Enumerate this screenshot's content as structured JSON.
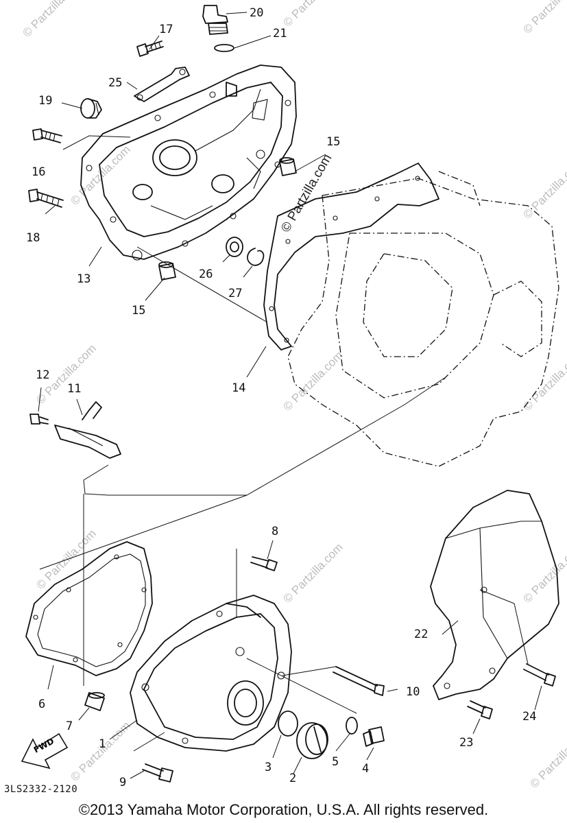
{
  "diagram": {
    "callouts": [
      {
        "id": "20",
        "label": "20"
      },
      {
        "id": "21",
        "label": "21"
      },
      {
        "id": "17",
        "label": "17"
      },
      {
        "id": "25",
        "label": "25"
      },
      {
        "id": "19",
        "label": "19"
      },
      {
        "id": "16",
        "label": "16"
      },
      {
        "id": "18",
        "label": "18"
      },
      {
        "id": "13",
        "label": "13"
      },
      {
        "id": "15a",
        "label": "15"
      },
      {
        "id": "15b",
        "label": "15"
      },
      {
        "id": "26",
        "label": "26"
      },
      {
        "id": "27",
        "label": "27"
      },
      {
        "id": "14",
        "label": "14"
      },
      {
        "id": "12",
        "label": "12"
      },
      {
        "id": "11",
        "label": "11"
      },
      {
        "id": "8",
        "label": "8"
      },
      {
        "id": "22",
        "label": "22"
      },
      {
        "id": "6",
        "label": "6"
      },
      {
        "id": "10",
        "label": "10"
      },
      {
        "id": "24",
        "label": "24"
      },
      {
        "id": "7",
        "label": "7"
      },
      {
        "id": "1",
        "label": "1"
      },
      {
        "id": "23",
        "label": "23"
      },
      {
        "id": "3",
        "label": "3"
      },
      {
        "id": "5",
        "label": "5"
      },
      {
        "id": "4",
        "label": "4"
      },
      {
        "id": "2",
        "label": "2"
      },
      {
        "id": "9",
        "label": "9"
      }
    ],
    "fwd_label": "FWD",
    "watermark": "© Partzilla.com",
    "watermark_main": "© Partzilla.com"
  },
  "footer": {
    "code": "3LS2332-2120",
    "copyright": "©2013 Yamaha Motor Corporation, U.S.A. All rights reserved."
  }
}
